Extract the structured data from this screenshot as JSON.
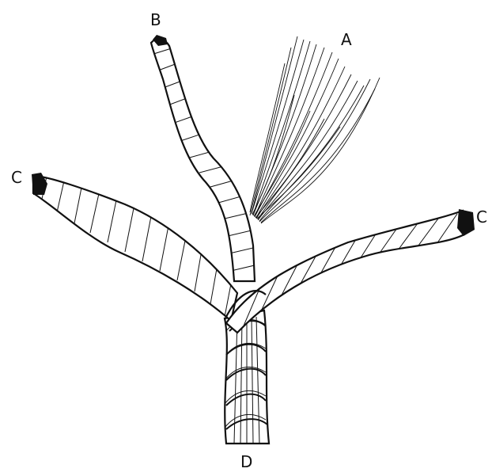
{
  "labels": {
    "a": "A",
    "b": "B",
    "c_left": "C",
    "c_right": "C",
    "d": "D"
  },
  "colors": {
    "ink": "#111111",
    "rope_fill": "#ffffff"
  }
}
